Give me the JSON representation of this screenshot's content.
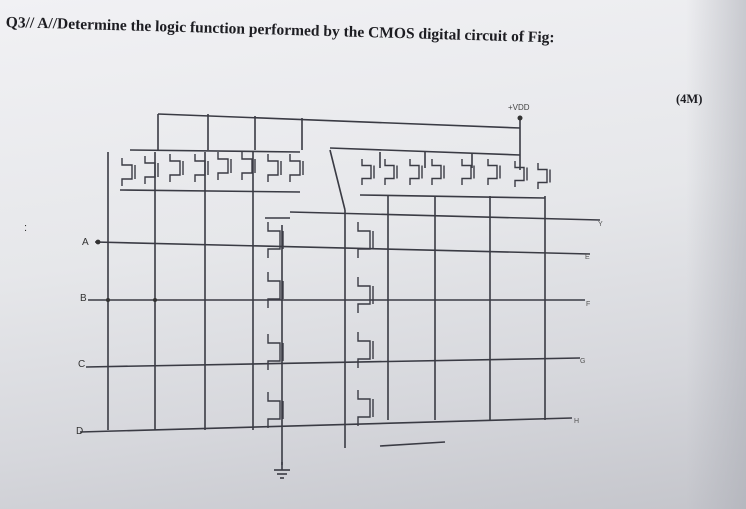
{
  "question": {
    "number": "Q3//",
    "part": "A//",
    "text": "Determine the logic function performed by the CMOS digital circuit of Fig:",
    "marks": "(4M)"
  },
  "circuit": {
    "supply": "+VDD",
    "inputs": [
      "A",
      "B",
      "C",
      "D"
    ],
    "outputs": [
      "Y",
      "E",
      "F",
      "G",
      "H"
    ]
  },
  "margin_mark": ":"
}
